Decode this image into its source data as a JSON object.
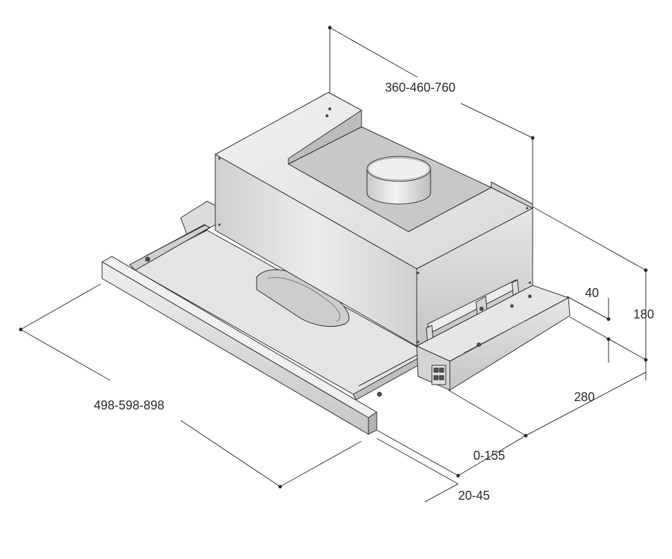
{
  "dimensions": {
    "width_range": "360-460-760",
    "height_total": "180",
    "height_front": "40",
    "depth": "280",
    "extension": "0-155",
    "front_length": "498-598-898",
    "front_offset": "20-45"
  },
  "colors": {
    "line": "#2a2a2a",
    "metal_light": "#e9e9e9",
    "metal_mid": "#d6d6d6",
    "metal_dark": "#b9b9b9",
    "shadow": "#8e8e8e"
  }
}
